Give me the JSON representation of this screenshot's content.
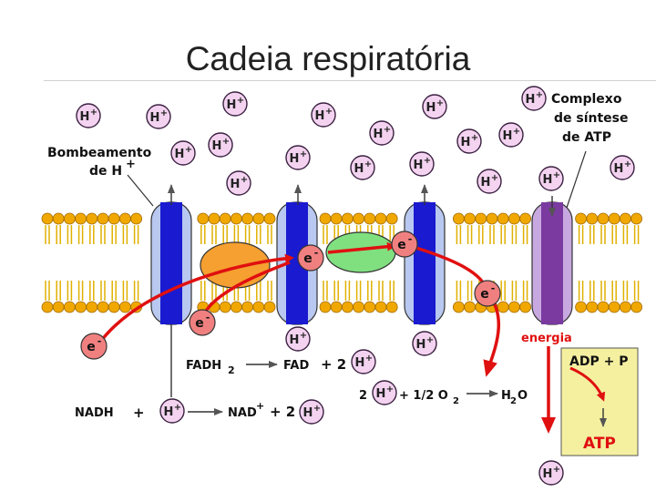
{
  "slide": {
    "title": "Cadeia respiratória"
  },
  "labels": {
    "pumping": "Bombeamento",
    "pumping_of": "de H",
    "pumping_plus": "+",
    "complex_line1": "Complexo",
    "complex_line2": "de síntese",
    "complex_line3": "de ATP",
    "energia": "energia",
    "adp": "ADP + P",
    "atp": "ATP"
  },
  "ions": {
    "h": "H",
    "plus": "+",
    "electron": "e",
    "minus": "-"
  },
  "equations": {
    "fadh": "FADH",
    "fadh_sub": "2",
    "fad": "FAD",
    "fad_plus2": "+ 2",
    "nadh": "NADH",
    "nadh_plus": "+",
    "nad": "NAD",
    "nad_sup": "+",
    "nad_plus2": "+ 2",
    "two": "2",
    "half_o2": "+ 1/2 O",
    "o2_sub": "2",
    "h2o_h": "H",
    "h2o_sub": "2",
    "h2o_o": "O"
  },
  "colors": {
    "proton_fill": "#f3d3f0",
    "proton_stroke": "#3a2040",
    "electron_fill": "#f08080",
    "lipid_head": "#f0a800",
    "lipid_tail": "#e0b000",
    "pump_blue": "#1a1ad0",
    "pump_light": "#b8c8f0",
    "complex_purple": "#7a3aa0",
    "complex_light": "#c8a8e0",
    "orange_carrier": "#f5a030",
    "green_carrier": "#80e080",
    "red_arrow": "#e01010",
    "atp_box": "#f4f0a0"
  }
}
